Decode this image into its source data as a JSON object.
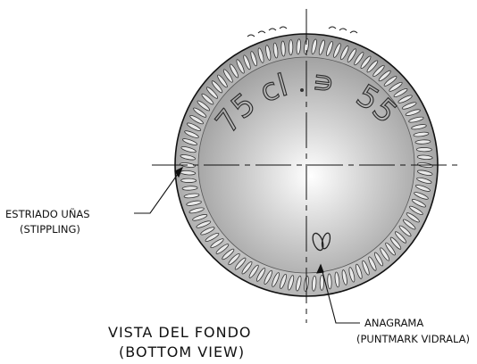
{
  "drawing": {
    "embossed_capacity": "75 cl",
    "embossed_symbol": "∍",
    "embossed_diameter": "55 mm",
    "labels": {
      "stippling_es": "ESTRIADO UÑAS",
      "stippling_en": "(STIPPLING)",
      "anagram_es": "ANAGRAMA",
      "anagram_en": "(PUNTMARK VIDRALA)"
    },
    "view_title": {
      "es": "VISTA DEL FONDO",
      "en": "(BOTTOM VIEW)"
    }
  },
  "colors": {
    "line": "#111111",
    "glass_light": "#f4f4f4",
    "glass_mid": "#b9b9b9",
    "glass_dark": "#6f6f6f"
  }
}
